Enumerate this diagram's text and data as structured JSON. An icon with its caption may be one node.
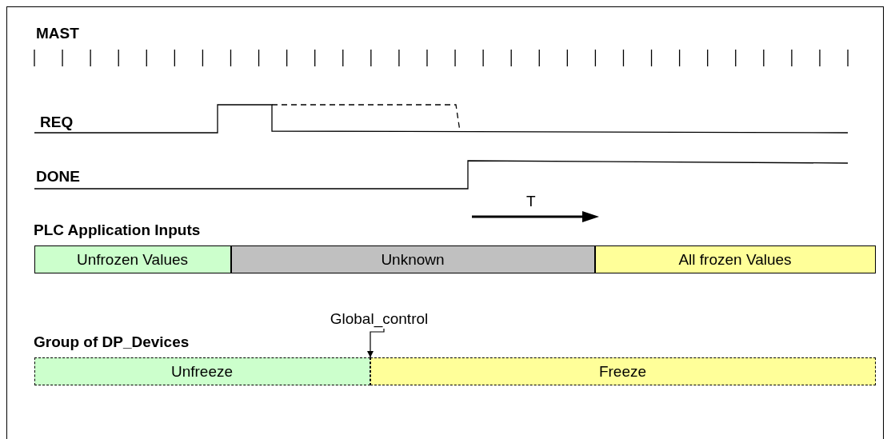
{
  "diagram": {
    "nodes": [
      {
        "text": [
          "Unfrozen Values"
        ]
      },
      {
        "text": [
          "Unknown"
        ]
      },
      {
        "text": [
          "All frozen Values"
        ]
      },
      {
        "text": [
          "Global_control"
        ]
      },
      {
        "text": [
          "Unfreeze"
        ]
      },
      {
        "text": [
          "Freeze"
        ]
      }
    ],
    "edges": [
      {
        "from": 3,
        "to": 5,
        "arrow": "to"
      }
    ],
    "labels": [
      "MAST",
      "REQ",
      "DONE",
      "T",
      "PLC Application Inputs",
      "Group of DP_Devices"
    ]
  }
}
